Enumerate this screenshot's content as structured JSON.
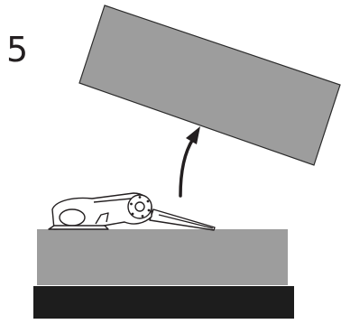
{
  "step": {
    "number": "5"
  },
  "colors": {
    "panel_fill": "#9d9d9d",
    "panel_stroke": "#2b2b2b",
    "base_dark": "#1d1d1d",
    "line": "#231f20",
    "background": "#ffffff"
  },
  "icons": {
    "lifted_panel": "lifted-panel-shape",
    "arrow": "curved-lift-arrow-icon",
    "tool": "suction-lifter-tool-icon",
    "block": "grey-block-shape",
    "base": "black-base-shape"
  }
}
